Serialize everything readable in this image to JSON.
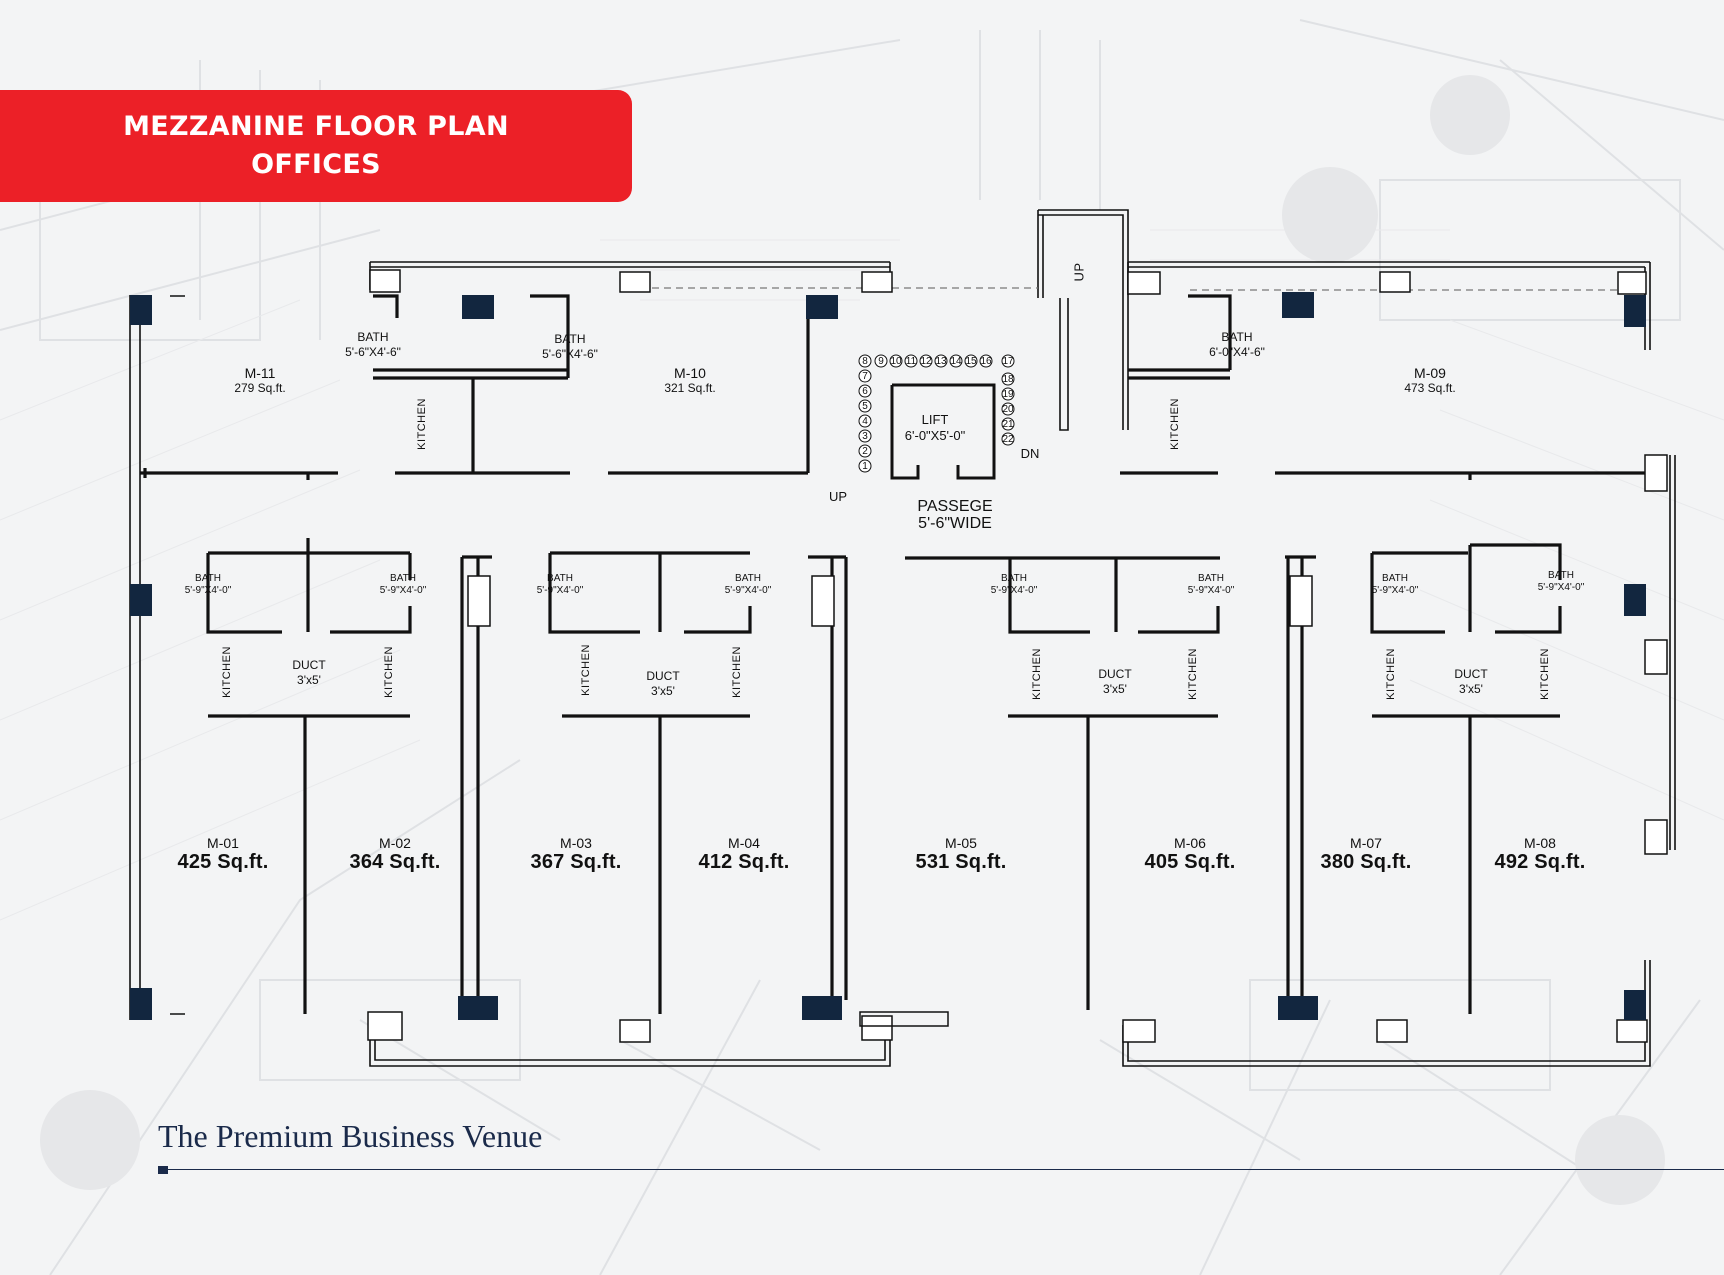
{
  "header": {
    "title_line1": "MEZZANINE FLOOR PLAN",
    "title_line2": "OFFICES"
  },
  "tagline": "The Premium Business Venue",
  "colors": {
    "banner": "#ec2027",
    "column": "#12263f",
    "wall": "#111111",
    "tagline": "#1a2a4a"
  },
  "units": {
    "m11": {
      "id": "M-11",
      "area": "279 Sq.ft."
    },
    "m10": {
      "id": "M-10",
      "area": "321 Sq.ft."
    },
    "m09": {
      "id": "M-09",
      "area": "473 Sq.ft."
    },
    "m01": {
      "id": "M-01",
      "area": "425 Sq.ft."
    },
    "m02": {
      "id": "M-02",
      "area": "364 Sq.ft."
    },
    "m03": {
      "id": "M-03",
      "area": "367 Sq.ft."
    },
    "m04": {
      "id": "M-04",
      "area": "412 Sq.ft."
    },
    "m05": {
      "id": "M-05",
      "area": "531 Sq.ft."
    },
    "m06": {
      "id": "M-06",
      "area": "405 Sq.ft."
    },
    "m07": {
      "id": "M-07",
      "area": "380 Sq.ft."
    },
    "m08": {
      "id": "M-08",
      "area": "492 Sq.ft."
    }
  },
  "rooms": {
    "bath": "BATH",
    "kitchen": "KITCHEN",
    "duct": "DUCT",
    "lift": "LIFT",
    "up": "UP",
    "dn": "DN",
    "passage": "PASSEGE",
    "bath_566_46": "5'-6\"X4'-6\"",
    "bath_60_46": "6'-0\"X4'-6\"",
    "bath_59_40": "5'-9\"X4'-0\"",
    "duct_size": "3'x5'",
    "lift_size": "6'-0\"X5'-0\"",
    "passage_size": "5'-6\"WIDE"
  },
  "stairs": {
    "left": [
      "1",
      "2",
      "3",
      "4",
      "5",
      "6",
      "7",
      "8"
    ],
    "top": [
      "9",
      "10",
      "11",
      "12",
      "13",
      "14",
      "15",
      "16"
    ],
    "right": [
      "17",
      "18",
      "19",
      "20",
      "21",
      "22"
    ]
  }
}
